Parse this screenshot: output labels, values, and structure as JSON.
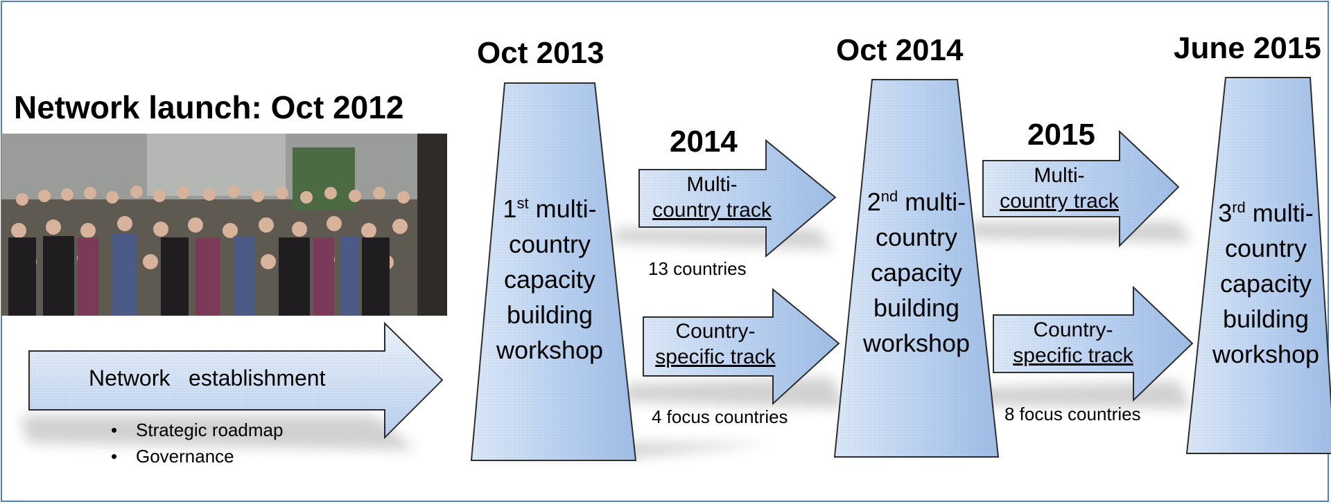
{
  "launch": {
    "title": "Network launch: Oct 2012"
  },
  "establishment": {
    "label": "Network   establishment",
    "bullets": [
      "Strategic roadmap",
      "Governance"
    ]
  },
  "milestones": [
    {
      "date": "Oct 2013",
      "line1_prefix": "1",
      "sup": "st",
      "line1_suffix": " multi-",
      "line2": "country",
      "line3": "capacity",
      "line4": "building",
      "line5": "workshop"
    },
    {
      "date": "Oct 2014",
      "line1_prefix": "2",
      "sup": "nd",
      "line1_suffix": " multi-",
      "line2": "country",
      "line3": "capacity",
      "line4": "building",
      "line5": "workshop"
    },
    {
      "date": "June 2015",
      "line1_prefix": "3",
      "sup": "rd",
      "line1_suffix": " multi-",
      "line2": "country",
      "line3": "capacity",
      "line4": "building",
      "line5": "workshop"
    }
  ],
  "tracks": [
    {
      "year": "2014",
      "multi_line1": "Multi-",
      "multi_line2": "country track",
      "multi_count": "13 countries",
      "specific_line1": "Country-",
      "specific_line2": "specific track",
      "specific_count": "4 focus countries"
    },
    {
      "year": "2015",
      "multi_line1": "Multi-",
      "multi_line2": "country track",
      "specific_line1": "Country-",
      "specific_line2": "specific track",
      "specific_count": "8 focus countries"
    }
  ],
  "colors": {
    "shape_fill": "#b9d0ef",
    "shape_stroke": "#2b2b2b",
    "frame": "#4f81bd"
  }
}
